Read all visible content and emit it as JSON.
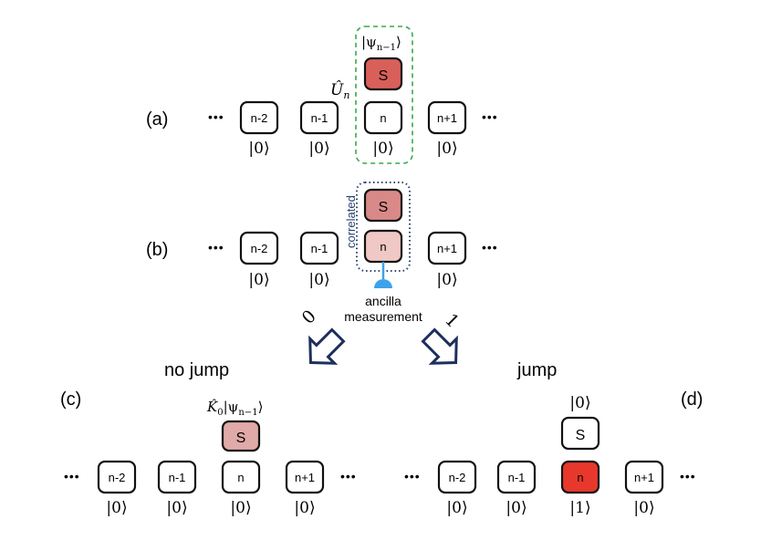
{
  "panels": {
    "a": {
      "label": "(a)",
      "ellipsis": "•••",
      "sites": [
        "n-2",
        "n-1",
        "n",
        "n+1"
      ],
      "kets": [
        "|0⟩",
        "|0⟩",
        "|0⟩",
        "|0⟩"
      ],
      "system_label": "S",
      "system_state": "|ψ",
      "system_state_sub": "n−1",
      "system_state_close": "⟩",
      "unitary": "Û",
      "unitary_sub": "n"
    },
    "b": {
      "label": "(b)",
      "ellipsis": "•••",
      "sites": [
        "n-2",
        "n-1",
        "n",
        "n+1"
      ],
      "kets": [
        "|0⟩",
        "|0⟩",
        "|0⟩"
      ],
      "system_label": "S",
      "correlated": "correlated",
      "ancilla": "ancilla",
      "measurement": "measurement"
    },
    "outcomes": {
      "zero": "0",
      "one": "1"
    },
    "c": {
      "label": "(c)",
      "title": "no jump",
      "ellipsis": "•••",
      "sites": [
        "n-2",
        "n-1",
        "n",
        "n+1"
      ],
      "kets": [
        "|0⟩",
        "|0⟩",
        "|0⟩",
        "|0⟩"
      ],
      "system_label": "S",
      "kraus": "K̂",
      "kraus_sub": "0",
      "kraus_state": "|ψ",
      "kraus_state_sub": "n−1",
      "kraus_close": "⟩"
    },
    "d": {
      "label": "(d)",
      "title": "jump",
      "ellipsis": "•••",
      "sites": [
        "n-2",
        "n-1",
        "n",
        "n+1"
      ],
      "kets": [
        "|0⟩",
        "|0⟩",
        "|1⟩",
        "|0⟩"
      ],
      "system_label": "S",
      "system_state": "|0⟩"
    }
  },
  "colors": {
    "s_a": "#d9605a",
    "s_b": "#d98a88",
    "site_b_n": "#f0c8c5",
    "s_c": "#e0aaa8",
    "site_d_n": "#e8382c",
    "green_dash": "#3aa84a",
    "blue_dots": "#2a3f6e",
    "ancilla_blue": "#3da3e8",
    "arrow_navy": "#1d2f5c"
  }
}
